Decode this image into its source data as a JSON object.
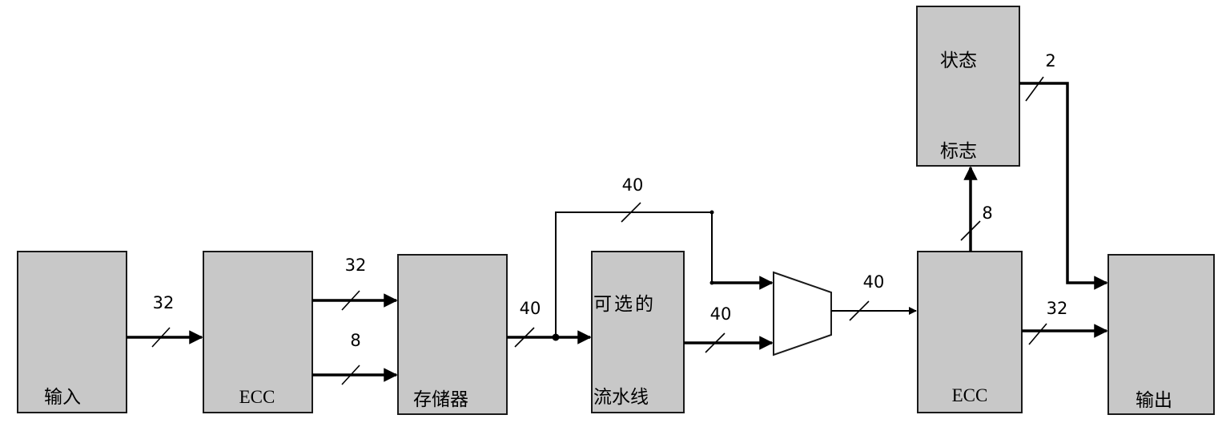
{
  "blocks": {
    "input": "输入",
    "ecc_encoder": "ECC",
    "memory": "存储器",
    "pipeline_top": "可选的",
    "pipeline_bottom": "流水线",
    "status_top": "状态",
    "status_bottom": "标志",
    "ecc_decoder": "ECC",
    "output": "输出"
  },
  "bus_widths": {
    "input_to_ecc": "32",
    "ecc_data": "32",
    "ecc_check": "8",
    "memory_out": "40",
    "bypass": "40",
    "pipeline_out": "40",
    "mux_out": "40",
    "syndrome": "8",
    "status_out": "2",
    "data_out": "32"
  },
  "colors": {
    "block_fill": "#c8c8c8",
    "line": "#000000",
    "background": "#ffffff"
  }
}
